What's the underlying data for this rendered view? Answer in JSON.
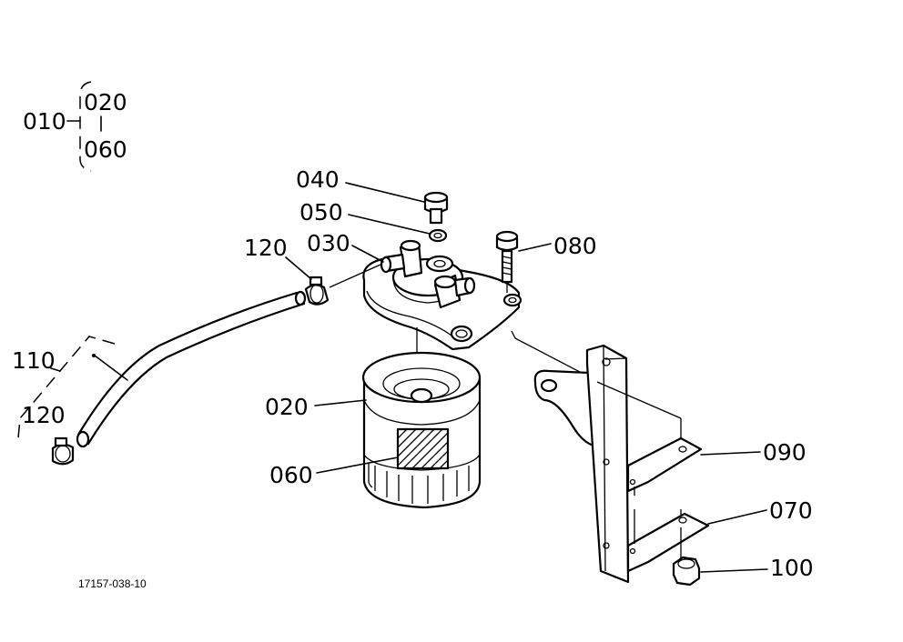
{
  "colors": {
    "ink": "#000000",
    "paper": "#ffffff"
  },
  "labels": {
    "p010": "010",
    "p020_group": "020",
    "p060_group": "060",
    "p040": "040",
    "p050": "050",
    "p030": "030",
    "p120_top": "120",
    "p080": "080",
    "p110": "110",
    "p120_bottom": "120",
    "p020": "020",
    "p060": "060",
    "p090": "090",
    "p070": "070",
    "p100": "100"
  },
  "drawing_number": "17157-038-10"
}
